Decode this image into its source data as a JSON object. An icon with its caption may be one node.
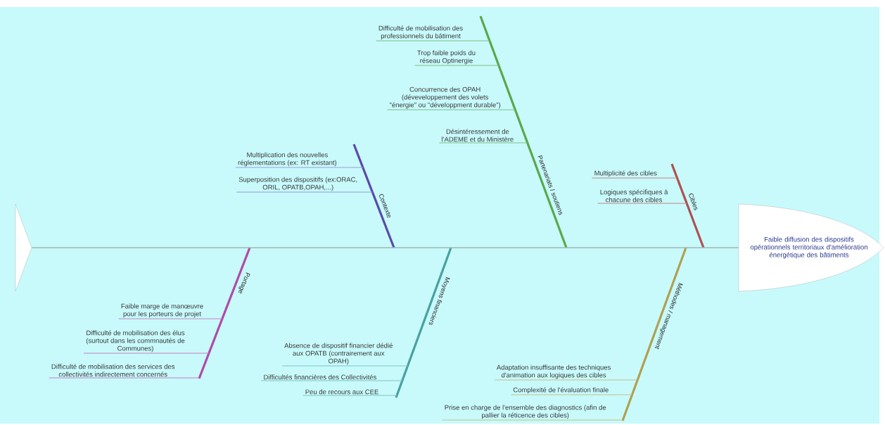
{
  "diagram": {
    "nodes": [
      {
        "text": [],
        "shape": "triangle"
      },
      {
        "text": [
          "Contexte"
        ]
      },
      {
        "text": [
          "Multiplication des nouvelles réglementations (ex: RT existant)"
        ]
      },
      {
        "text": [
          "Superposition des dispositifs (ex:ORAC, ORIL, OPATB,OPAH,...)"
        ]
      },
      {
        "text": [
          "Partenariats / soutiens"
        ]
      },
      {
        "text": [
          "Difficulté de mobilisation des professionnels du bâtiment"
        ]
      },
      {
        "text": [
          "Trop faible poids du réseau Optinergie"
        ]
      },
      {
        "text": [
          "Concurrence des OPAH (déveveloppement des volets \"énergie\" ou \"développment durable\")"
        ]
      },
      {
        "text": [
          "Désintéressement de l'ADEME et du Ministère"
        ]
      },
      {
        "text": [
          "Cibles"
        ]
      },
      {
        "text": [
          "Multiplicité des cibles"
        ]
      },
      {
        "text": [
          "Logiques spécifiques à chacune des cibles"
        ]
      },
      {
        "text": [
          "Faible diffusion des dispositifs opérationnels territoriaux d'amélioration énergétique des bâtiments"
        ]
      },
      {
        "text": [
          "Portage"
        ]
      },
      {
        "text": [
          "Faible marge de manœuvre pour les porteurs de projet"
        ]
      },
      {
        "text": [
          "Difficulté de mobilisation des élus (surtout dans les commnautés de Communes)"
        ]
      },
      {
        "text": [
          "Difficulté de mobilisation des services des collectivités indirectement concernés"
        ]
      },
      {
        "text": [
          "Moyens financiers"
        ]
      },
      {
        "text": [
          "Absence de dispositif financier dédié aux OPATB (contrairement aux OPAH)"
        ]
      },
      {
        "text": [
          "Difficultés financières des Collectivités"
        ]
      },
      {
        "text": [
          "Peu de recours aux CEE"
        ]
      },
      {
        "text": [
          "Méthodes / management"
        ]
      },
      {
        "text": [
          "Adaptation insuffisante des techniques d'animation aux logiques des cibles"
        ]
      },
      {
        "text": [
          "Complexité de l'évaluation finale"
        ]
      },
      {
        "text": [
          "Prise en charge de l'ensemble des diagnostics (afin de pallier la réticence des cibles)"
        ]
      }
    ],
    "edges": [
      {
        "from": 0,
        "to": 12,
        "arrow": "none",
        "color": "#a0b4b4"
      },
      {
        "from": 2,
        "to": 1,
        "arrow": "none",
        "color": "#9a9ad6"
      },
      {
        "from": 3,
        "to": 1,
        "arrow": "none",
        "color": "#9a9ad6"
      },
      {
        "from": 5,
        "to": 4,
        "arrow": "none",
        "color": "#7cc07c"
      },
      {
        "from": 6,
        "to": 4,
        "arrow": "none",
        "color": "#7cc07c"
      },
      {
        "from": 7,
        "to": 4,
        "arrow": "none",
        "color": "#7cc07c"
      },
      {
        "from": 8,
        "to": 4,
        "arrow": "none",
        "color": "#7cc07c"
      },
      {
        "from": 10,
        "to": 9,
        "arrow": "none",
        "color": "#c88080"
      },
      {
        "from": 11,
        "to": 9,
        "arrow": "none",
        "color": "#c88080"
      },
      {
        "from": 14,
        "to": 13,
        "arrow": "none",
        "color": "#c880c0"
      },
      {
        "from": 15,
        "to": 13,
        "arrow": "none",
        "color": "#c880c0"
      },
      {
        "from": 16,
        "to": 13,
        "arrow": "none",
        "color": "#c880c0"
      },
      {
        "from": 18,
        "to": 17,
        "arrow": "none",
        "color": "#80c4c4"
      },
      {
        "from": 19,
        "to": 17,
        "arrow": "none",
        "color": "#80c4c4"
      },
      {
        "from": 20,
        "to": 17,
        "arrow": "none",
        "color": "#80c4c4"
      },
      {
        "from": 22,
        "to": 21,
        "arrow": "none",
        "color": "#c8c080"
      },
      {
        "from": 23,
        "to": 21,
        "arrow": "none",
        "color": "#c8c080"
      },
      {
        "from": 24,
        "to": 21,
        "arrow": "none",
        "color": "#c8c080"
      }
    ]
  }
}
